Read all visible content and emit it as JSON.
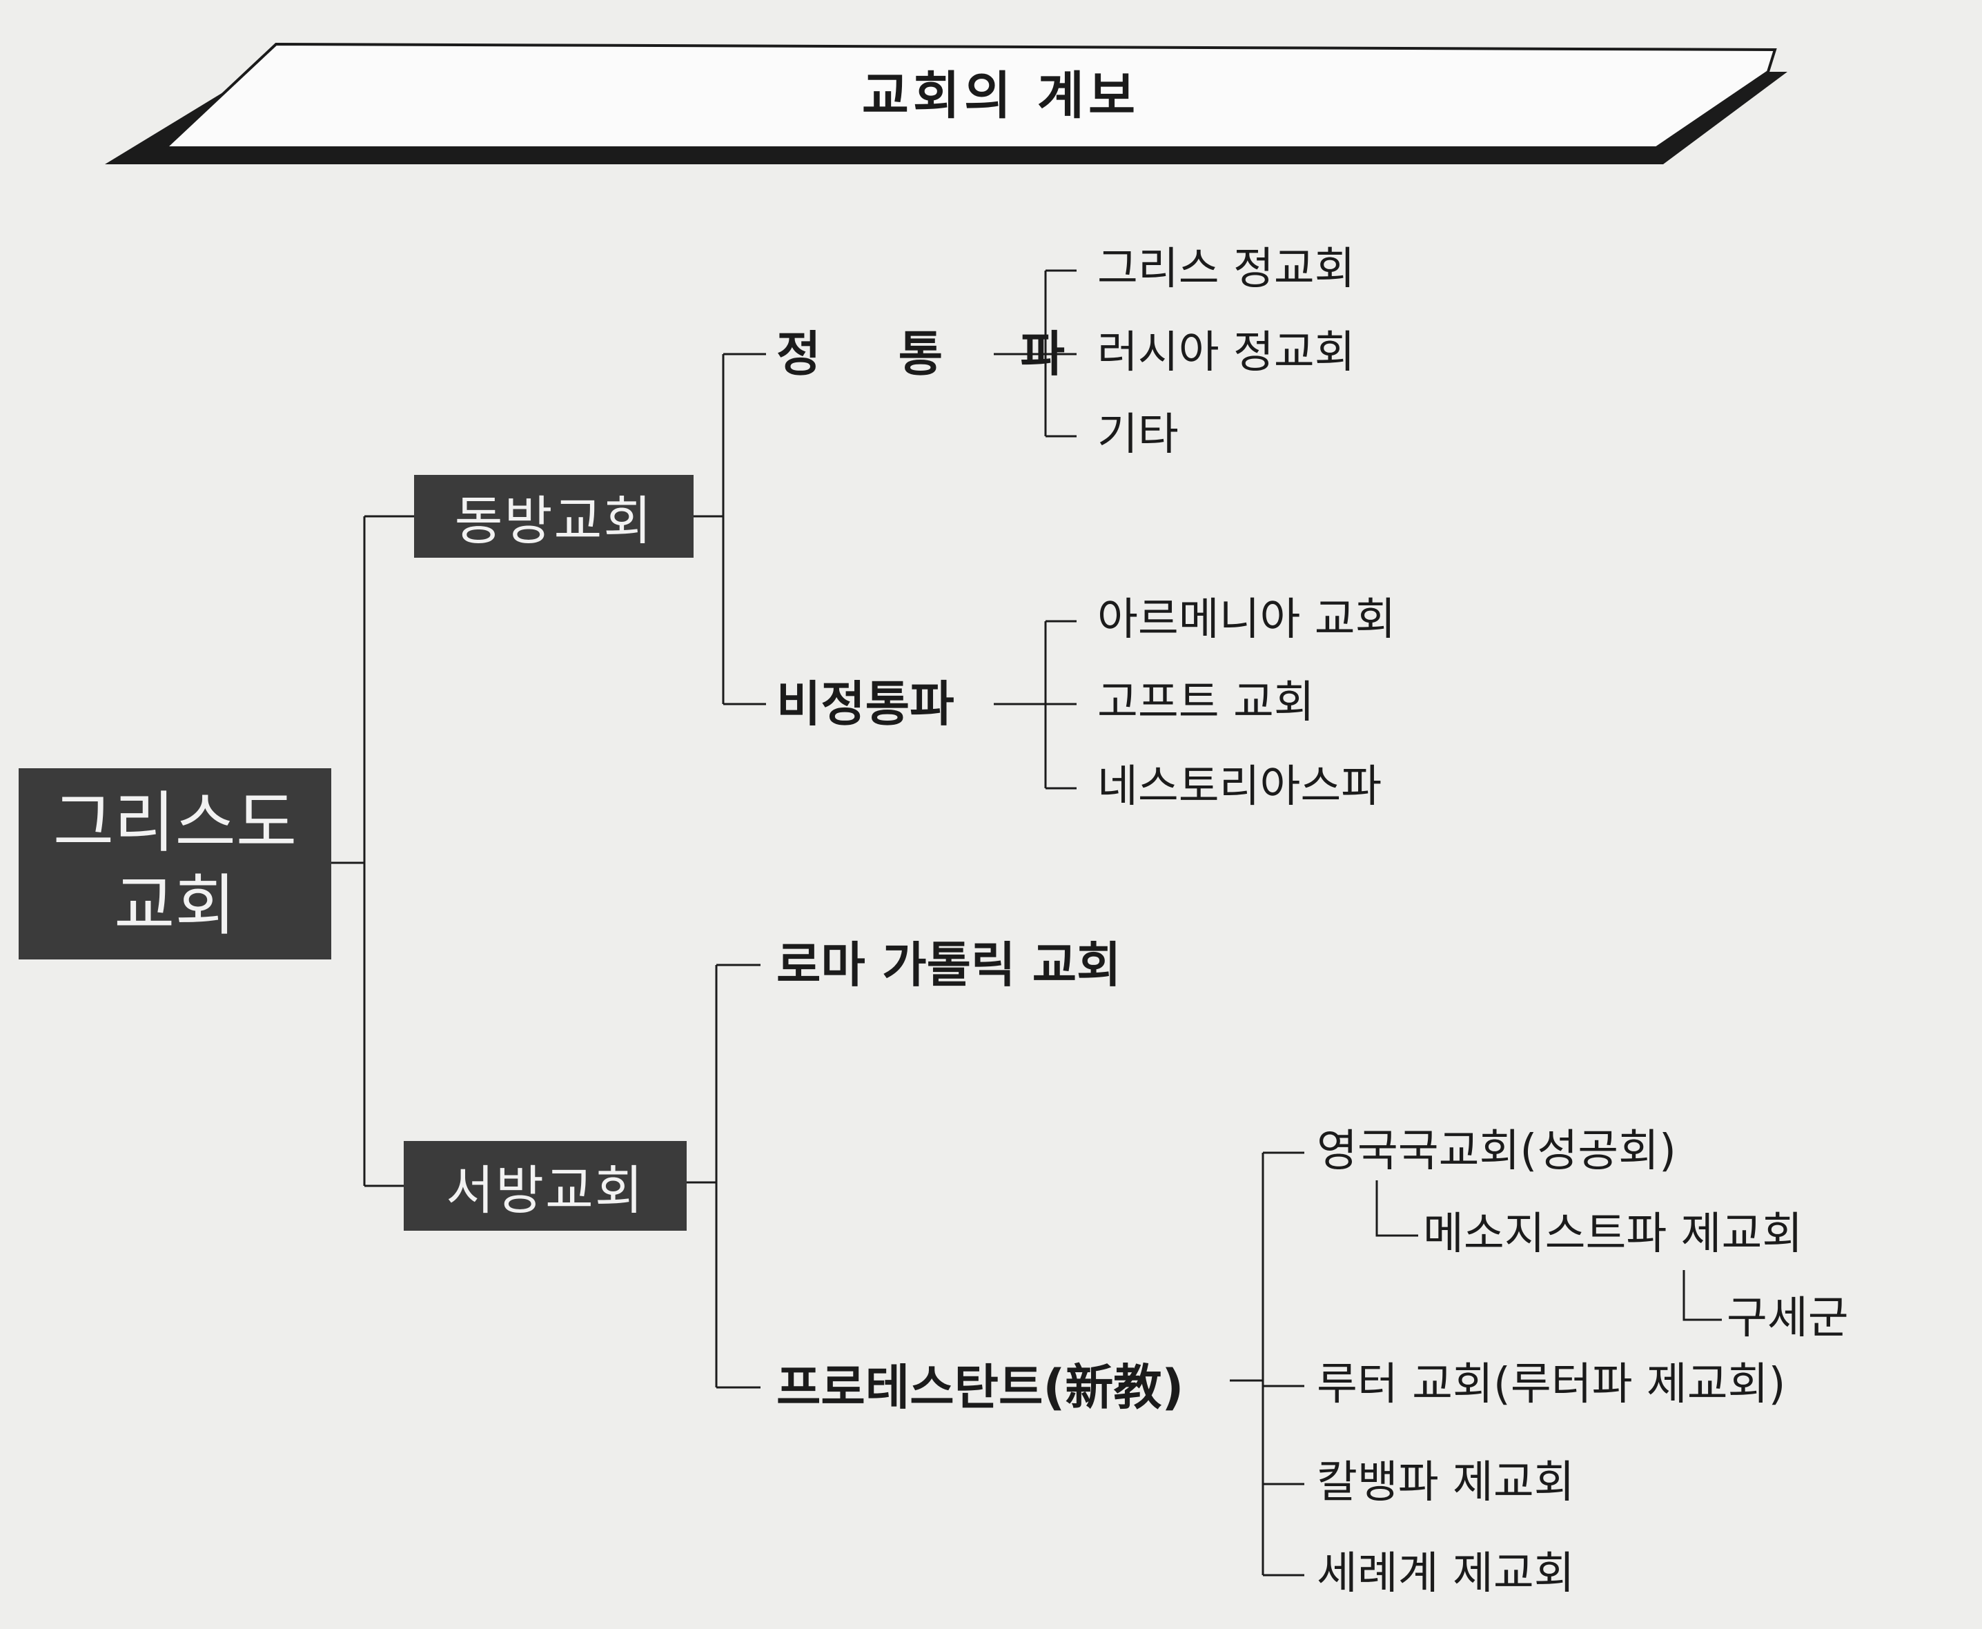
{
  "title": "교회의 계보",
  "root": {
    "line1": "그리스도",
    "line2": "교회"
  },
  "east": {
    "label": "동방교회",
    "orthodox": {
      "label": "정 통 파",
      "children": [
        "그리스 정교회",
        "러시아 정교회",
        "기타"
      ]
    },
    "non_orthodox": {
      "label": "비정통파",
      "children": [
        "아르메니아 교회",
        "고프트 교회",
        "네스토리아스파"
      ]
    }
  },
  "west": {
    "label": "서방교회",
    "catholic": {
      "label": "로마 가톨릭 교회"
    },
    "protestant": {
      "label": "프로테스탄트(新教)",
      "anglican": "영국국교회(성공회)",
      "methodist": "메소지스트파 제교회",
      "salvation_army": "구세군",
      "lutheran": "루터 교회(루터파 제교회)",
      "calvinist": "칼뱅파 제교회",
      "baptist": "세례계 제교회"
    }
  },
  "colors": {
    "background": "#eeeeec",
    "box_fill": "#3b3b3b",
    "box_text": "#f2f2f2",
    "line": "#1b1b1b"
  }
}
